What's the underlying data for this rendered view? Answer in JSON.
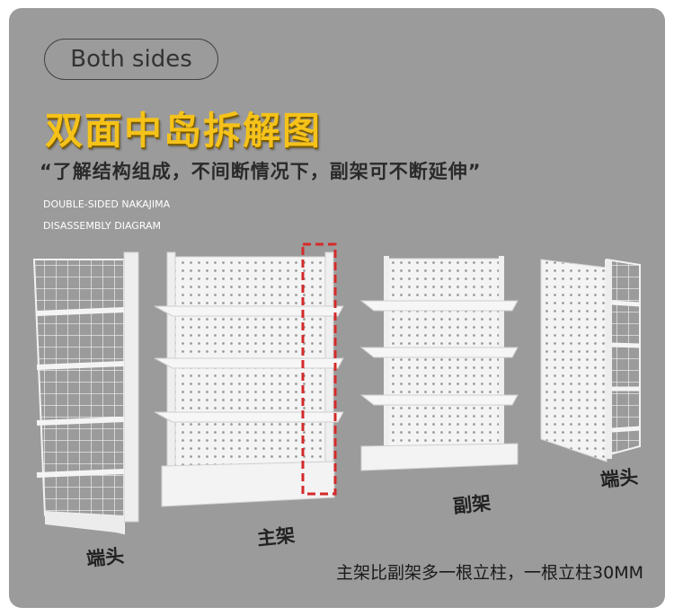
{
  "pill": {
    "text": "Both sides"
  },
  "title": "双面中岛拆解图",
  "subtitle": "“了解结构组成，不间断情况下，副架可不断延伸”",
  "english": {
    "line1": "DOUBLE-SIDED NAKAJIMA",
    "line2": "DISASSEMBLY DIAGRAM"
  },
  "labels": {
    "end_left": "端头",
    "main": "主架",
    "sub": "副架",
    "end_right": "端头"
  },
  "note": "主架比副架多一根立柱，一根立柱30MM",
  "colors": {
    "title": "#f5c21a",
    "background": "#9b9b9b",
    "highlight": "#d42a2a"
  }
}
